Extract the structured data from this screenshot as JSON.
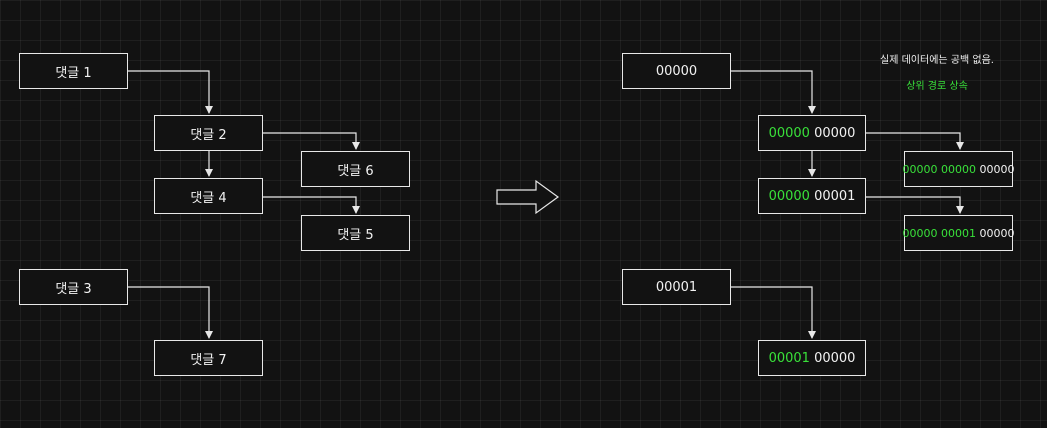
{
  "left_tree": {
    "comment_1": "댓글 1",
    "comment_2": "댓글 2",
    "comment_3": "댓글 3",
    "comment_4": "댓글 4",
    "comment_5": "댓글 5",
    "comment_6": "댓글 6",
    "comment_7": "댓글 7"
  },
  "right_tree": {
    "node_1": {
      "prefix": "",
      "own": "00000"
    },
    "node_2": {
      "prefix": "00000",
      "own": "00000"
    },
    "node_3": {
      "prefix": "00000",
      "own": "00001"
    },
    "node_4": {
      "prefix": "00000 00000",
      "own": "00000"
    },
    "node_5": {
      "prefix": "00000 00001",
      "own": "00000"
    },
    "node_6": {
      "prefix": "",
      "own": "00001"
    },
    "node_7": {
      "prefix": "00001",
      "own": "00000"
    }
  },
  "notes": {
    "no_spaces": "실제 데이터에는 공백 없음.",
    "inherit_path": "상위 경로 상속"
  },
  "colors": {
    "highlight": "#39e03a",
    "line": "#e8e8e8",
    "background": "#121212"
  }
}
